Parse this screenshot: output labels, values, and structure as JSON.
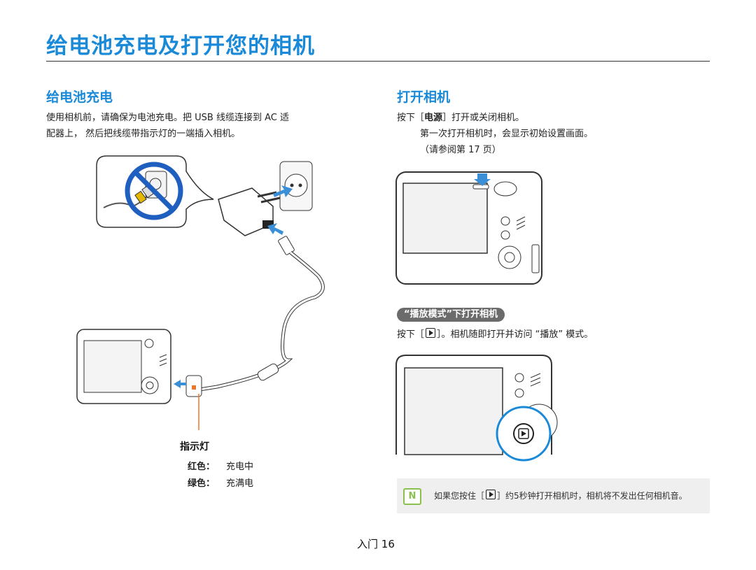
{
  "page_title": "给电池充电及打开您的相机",
  "left": {
    "heading": "给电池充电",
    "paragraph_line1": "使用相机前，请确保为电池充电。把 USB 线缆连接到 AC 适",
    "paragraph_line2": "配器上， 然后把线缆带指示灯的一端插入相机。",
    "legend_title": "指示灯",
    "legend": [
      {
        "color_name": "红色：",
        "status": "充电中"
      },
      {
        "color_name": "绿色：",
        "status": "充满电"
      }
    ]
  },
  "right": {
    "heading": "打开相机",
    "power_prefix": "按下［",
    "power_key": "电源",
    "power_suffix": "］打开或关闭相机。",
    "first_time_line1": "第一次打开相机时，会显示初始设置画面。",
    "first_time_line2": "（请参阅第 17 页）",
    "playback_pill": "“播放模式”下打开相机",
    "playback_prefix": "按下［",
    "playback_suffix": "］。相机随即打开并访问 “播放” 模式。",
    "note_icon_label": "N",
    "note_prefix": "如果您按住［",
    "note_suffix": "］约5秒钟打开相机时，相机将不发出任何相机音。"
  },
  "footer": {
    "section": "入门",
    "page_number": "16"
  },
  "colors": {
    "accent_blue": "#1a8ad8",
    "indicator_line": "#e8782a",
    "arrow_blue": "#3b8fd6",
    "note_green": "#8bbf4e"
  },
  "icons": [
    "prohibited-icon",
    "play-button-icon",
    "note-icon",
    "insert-arrow-icon"
  ]
}
